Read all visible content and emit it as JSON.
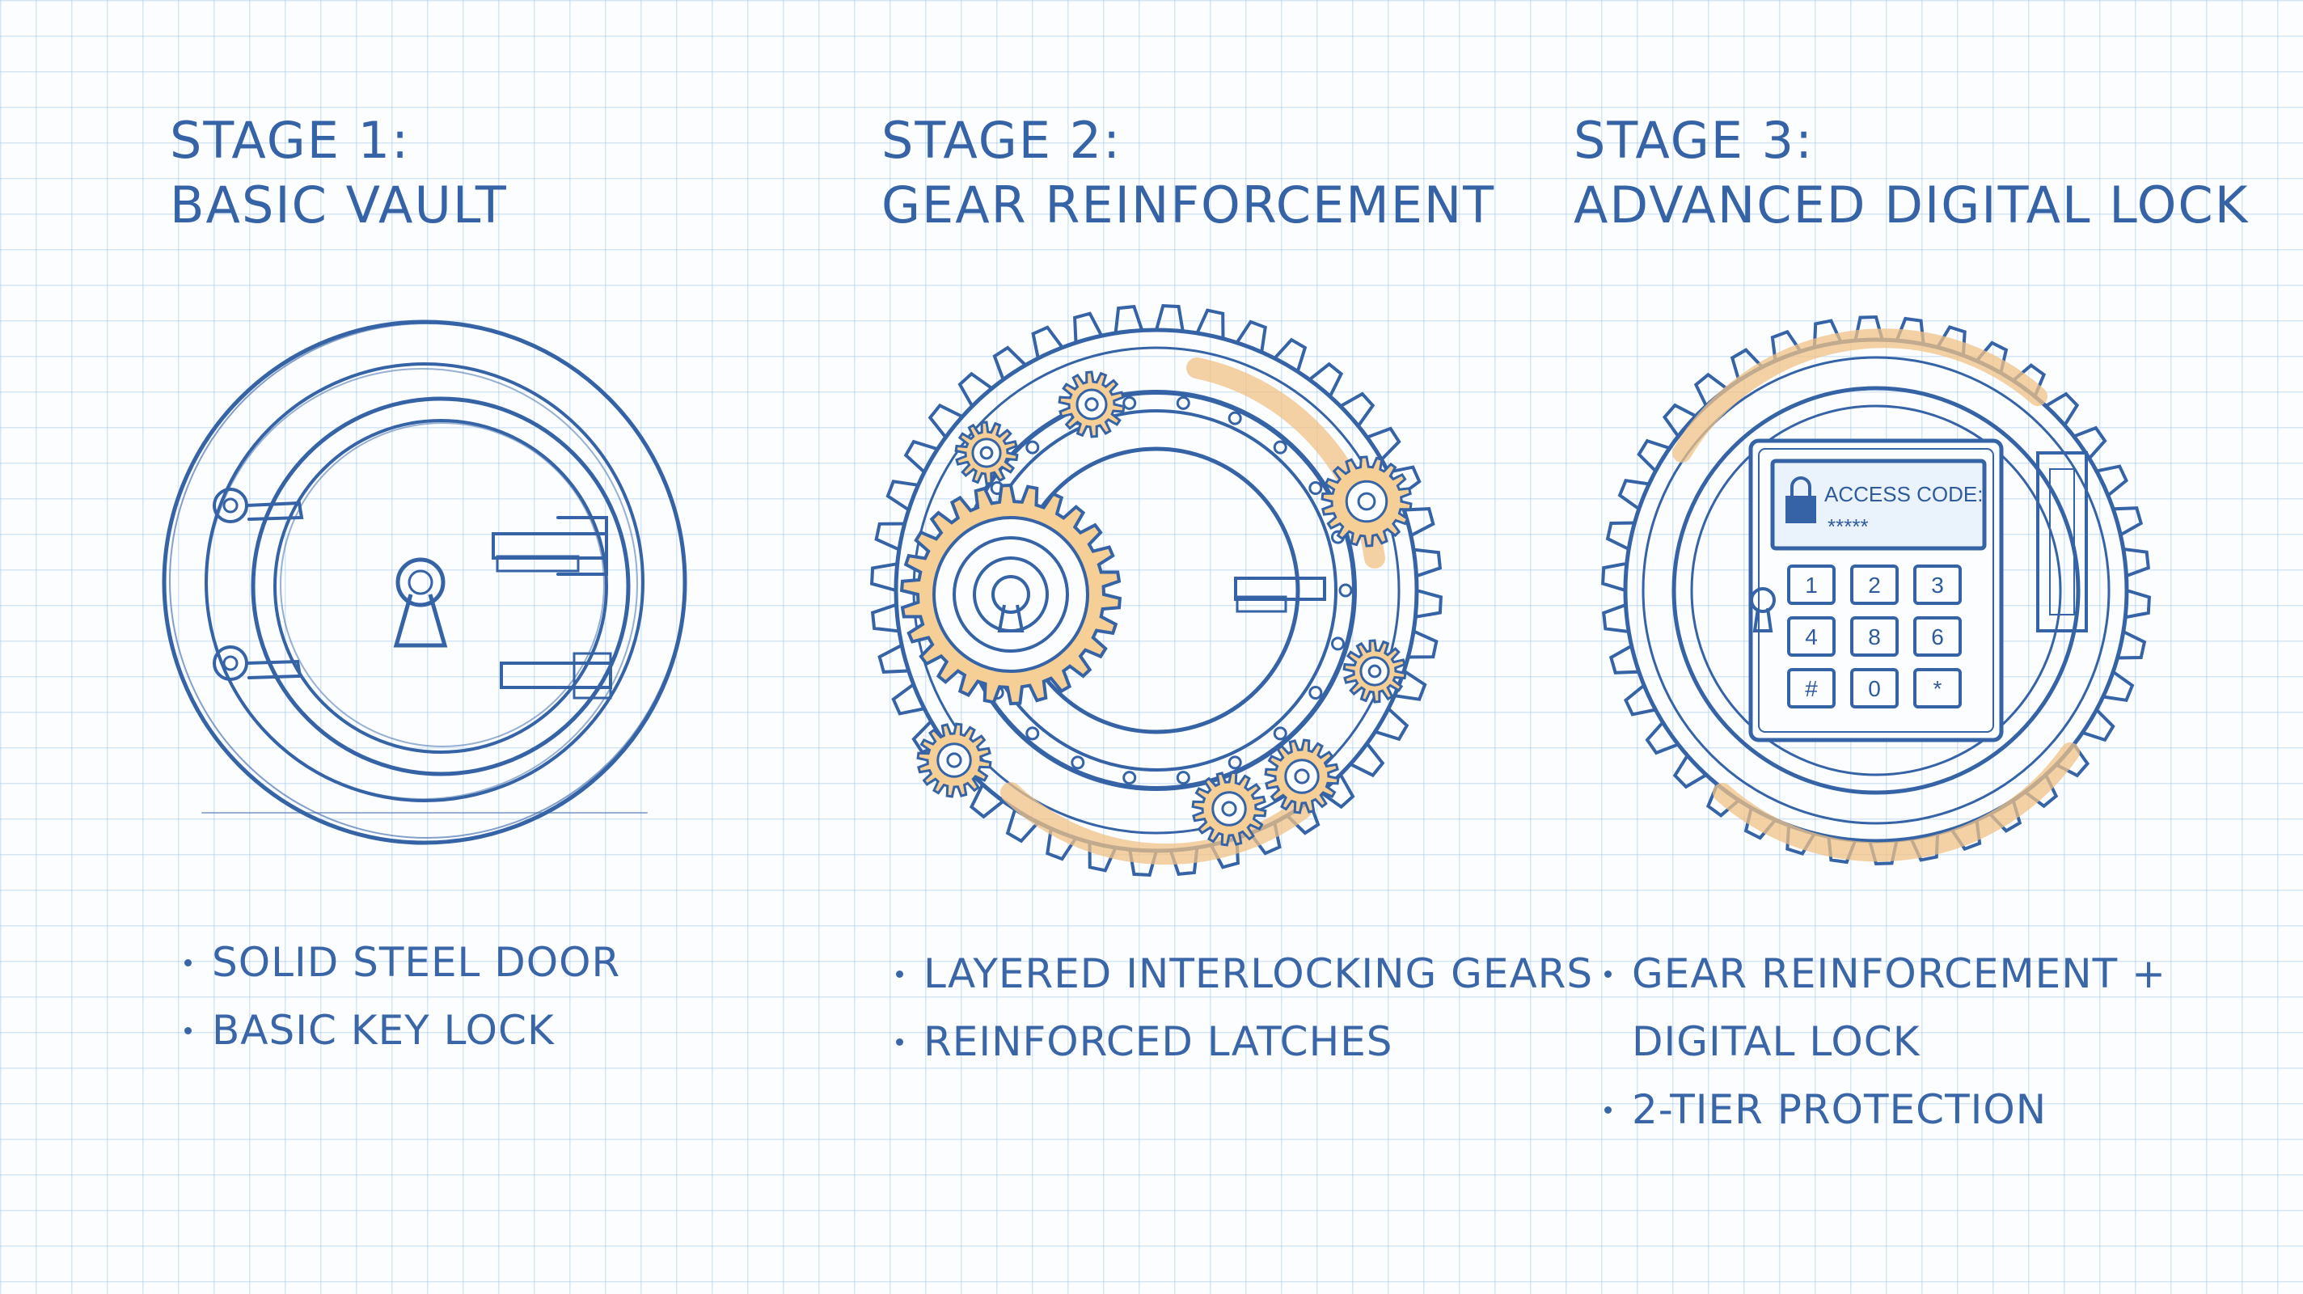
{
  "stages": [
    {
      "title_line1": "STAGE 1:",
      "title_line2": "BASIC VAULT",
      "bullets": [
        "SOLID STEEL DOOR",
        "BASIC KEY LOCK"
      ]
    },
    {
      "title_line1": "STAGE 2:",
      "title_line2": "GEAR REINFORCEMENT",
      "bullets": [
        "LAYERED INTERLOCKING GEARS",
        "REINFORCED LATCHES"
      ]
    },
    {
      "title_line1": "STAGE 3:",
      "title_line2": "ADVANCED DIGITAL LOCK",
      "bullets": [
        "GEAR REINFORCEMENT +",
        "DIGITAL LOCK",
        "2-TIER PROTECTION"
      ],
      "keypad": {
        "screen_label": "ACCESS CODE:",
        "screen_value": "*****",
        "keys": [
          "1",
          "2",
          "3",
          "4",
          "8",
          "6",
          "#",
          "0",
          "*"
        ]
      }
    }
  ],
  "colors": {
    "ink": "#2f5b9c",
    "gear_fill": "#f5cf95",
    "paper": "#fbfdff",
    "grid": "#b4d0ea"
  },
  "icons": [
    "keyhole-icon",
    "gear-icon",
    "padlock-icon",
    "keypad-icon"
  ]
}
